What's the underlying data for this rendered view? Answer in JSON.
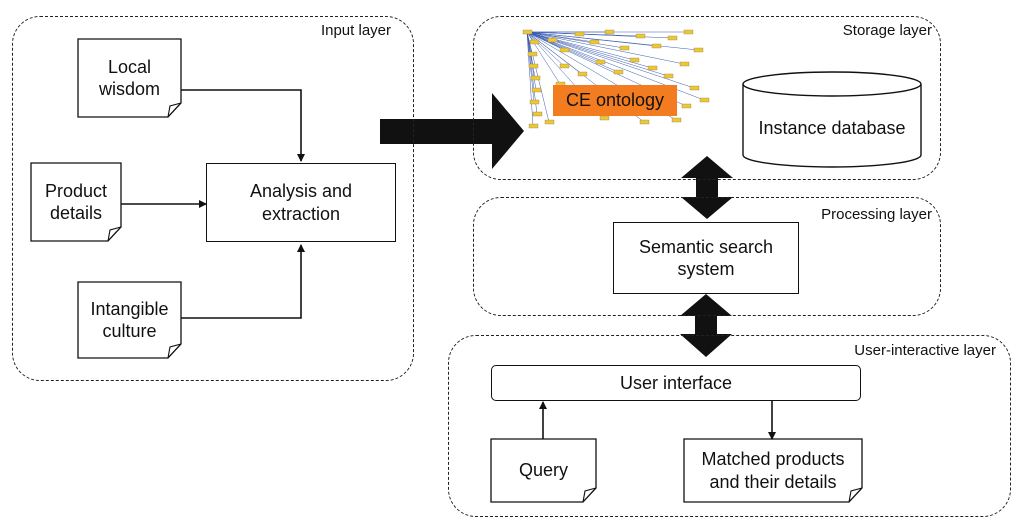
{
  "layers": {
    "input": "Input layer",
    "storage": "Storage layer",
    "processing": "Processing layer",
    "user_interactive": "User-interactive layer"
  },
  "input_docs": {
    "local_wisdom": "Local\nwisdom",
    "product_details": "Product\ndetails",
    "intangible_culture": "Intangible\nculture"
  },
  "boxes": {
    "analysis": "Analysis and\nextraction",
    "semantic_search": "Semantic search\nsystem",
    "user_interface": "User interface"
  },
  "storage": {
    "ontology": "CE ontology",
    "database": "Instance database"
  },
  "output_docs": {
    "query": "Query",
    "matched": "Matched products\nand their details"
  },
  "colors": {
    "ontology_highlight": "#f47c20",
    "ontology_nodes": "#e8c840",
    "ontology_edges": "#3a5bb0",
    "stroke": "#111111"
  }
}
